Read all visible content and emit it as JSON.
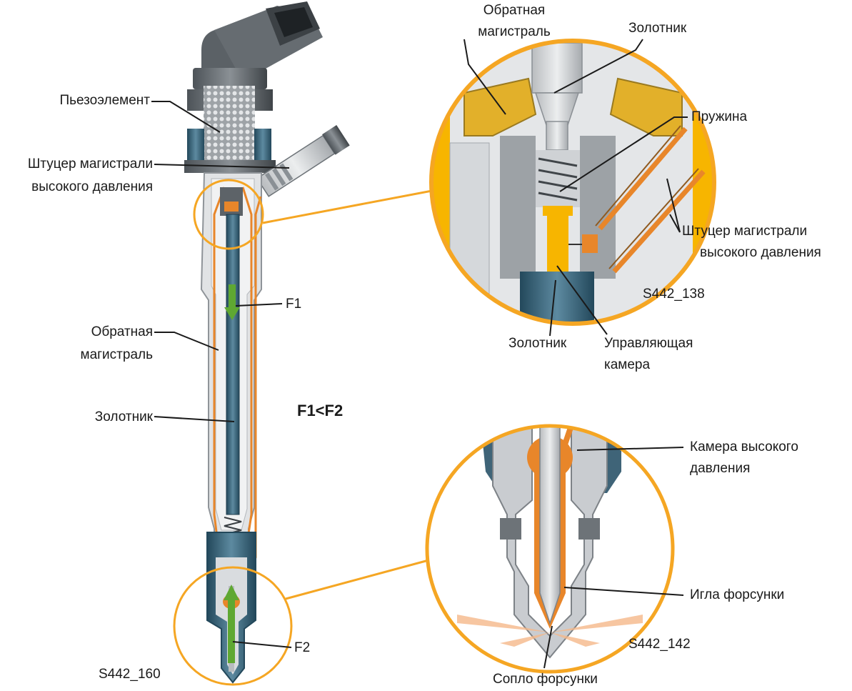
{
  "labels": {
    "piezo": "Пьезоэлемент",
    "hp_fitting_left_1": "Штуцер магистрали",
    "hp_fitting_left_2": "высокого давления",
    "return_left_1": "Обратная",
    "return_left_2": "магистраль",
    "spool_left": "Золотник",
    "f1": "F1",
    "f2": "F2",
    "force_relation": "F1<F2",
    "code_main": "S442_160",
    "return_top_1": "Обратная",
    "return_top_2": "магистраль",
    "spool_top": "Золотник",
    "spring": "Пружина",
    "hp_fitting_right_1": "Штуцер магистрали",
    "hp_fitting_right_2": "высокого давления",
    "code_top": "S442_138",
    "spool_bottom": "Золотник",
    "control_chamber_1": "Управляющая",
    "control_chamber_2": "камера",
    "hp_chamber_1": "Камера высокого",
    "hp_chamber_2": "давления",
    "nozzle_needle": "Игла форсунки",
    "code_bottom": "S442_142",
    "nozzle": "Сопло форсунки"
  },
  "colors": {
    "orange_ring": "#f5a623",
    "fuel_orange": "#e8862a",
    "fuel_yellow": "#f7b500",
    "metal_light": "#d7d9db",
    "metal_mid": "#a9adb1",
    "metal_dark": "#6d7378",
    "blue_steel": "#3f6478",
    "arrow_green": "#5fa832"
  }
}
